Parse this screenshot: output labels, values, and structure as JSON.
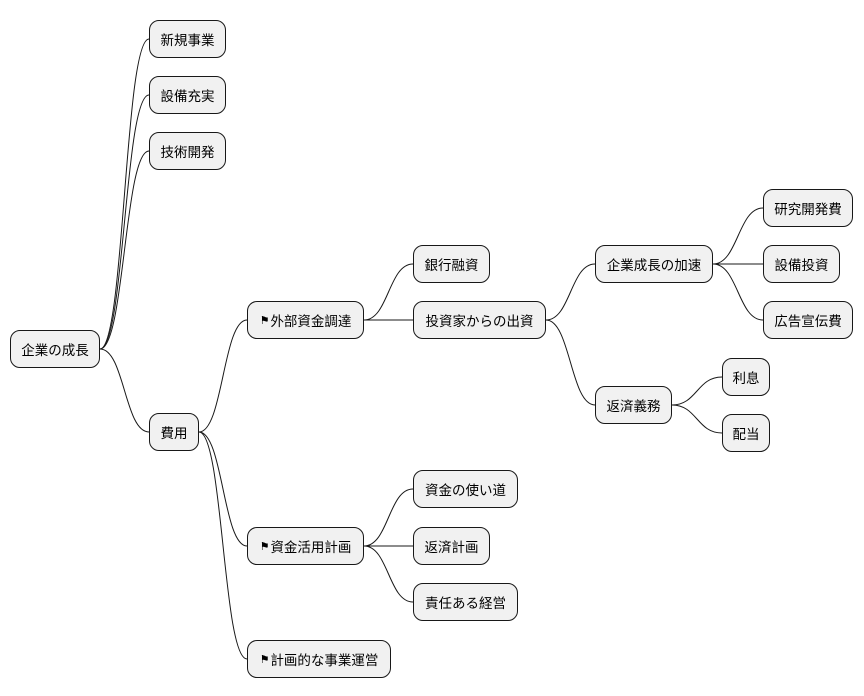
{
  "root": "企業の成長",
  "branch_new_business": "新規事業",
  "branch_equipment": "設備充実",
  "branch_tech": "技術開発",
  "branch_cost": "費用",
  "external_funding": "外部資金調達",
  "bank_loan": "銀行融資",
  "investor_funding": "投資家からの出資",
  "growth_acceleration": "企業成長の加速",
  "rnd_cost": "研究開発費",
  "equipment_invest": "設備投資",
  "ad_cost": "広告宣伝費",
  "repayment_duty": "返済義務",
  "interest": "利息",
  "dividend": "配当",
  "fund_usage_plan": "資金活用計画",
  "fund_usage": "資金の使い道",
  "repayment_plan": "返済計画",
  "responsible_mgmt": "責任ある経営",
  "planned_operation": "計画的な事業運営",
  "flag_icon": "⚑"
}
